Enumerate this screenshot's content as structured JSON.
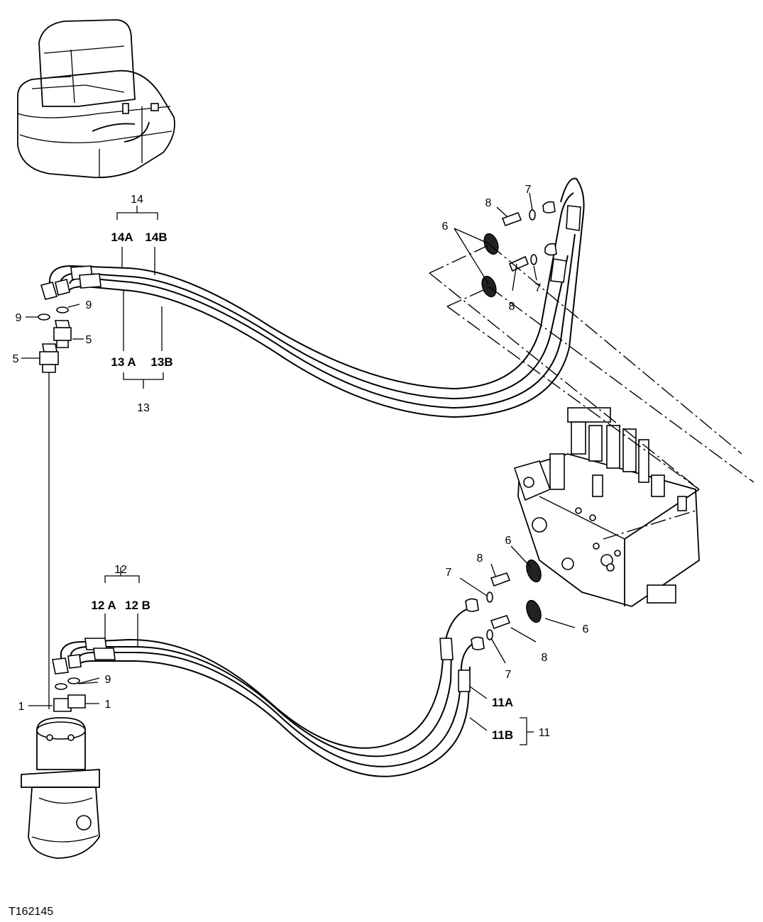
{
  "diagram": {
    "drawing_id": "T162145",
    "callouts": {
      "c1_left": "1",
      "c1_right": "1",
      "c5_left": "5",
      "c5_right": "5",
      "c6_upper": "6",
      "c6_lower_a": "6",
      "c6_lower_b": "6",
      "c7_upper_a": "7",
      "c7_upper_b": "7",
      "c7_lower_a": "7",
      "c7_lower_b": "7",
      "c8_upper_a": "8",
      "c8_upper_b": "8",
      "c8_lower_a": "8",
      "c8_lower_b": "8",
      "c9_upper_left": "9",
      "c9_upper_right": "9",
      "c9_lower": "9",
      "c11": "11",
      "c11a": "11A",
      "c11b": "11B",
      "c12": "12",
      "c12a": "12 A",
      "c12b": "12 B",
      "c13": "13",
      "c13a": "13 A",
      "c13b": "13B",
      "c14": "14",
      "c14a": "14A",
      "c14b": "14B"
    }
  }
}
